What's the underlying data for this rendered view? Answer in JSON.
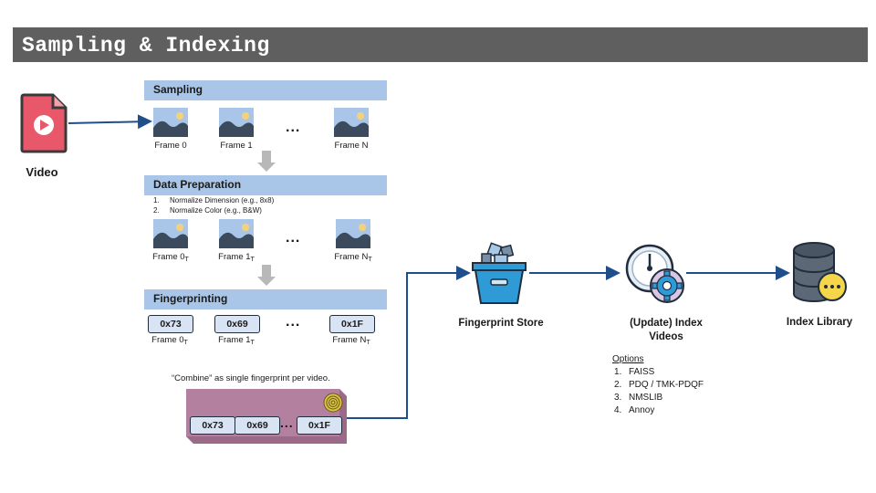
{
  "title": "Sampling & Indexing",
  "video": {
    "label": "Video",
    "icon": "video-file-icon"
  },
  "sampling": {
    "header": "Sampling",
    "frames": [
      "Frame 0",
      "Frame 1",
      "Frame N"
    ],
    "ellipsis": "..."
  },
  "data_preparation": {
    "header": "Data Preparation",
    "steps": [
      {
        "num": "1.",
        "text": "Normalize Dimension (e.g., 8x8)"
      },
      {
        "num": "2.",
        "text": "Normalize Color (e.g., B&W)"
      }
    ],
    "frames": [
      {
        "base": "Frame 0",
        "sub": "T"
      },
      {
        "base": "Frame 1",
        "sub": "T"
      },
      {
        "base": "Frame N",
        "sub": "T"
      }
    ],
    "ellipsis": "..."
  },
  "fingerprinting": {
    "header": "Fingerprinting",
    "hashes": [
      "0x73",
      "0x69",
      "0x1F"
    ],
    "frames": [
      {
        "base": "Frame 0",
        "sub": "T"
      },
      {
        "base": "Frame 1",
        "sub": "T"
      },
      {
        "base": "Frame N",
        "sub": "T"
      }
    ],
    "ellipsis": "..."
  },
  "combine": {
    "caption": "“Combine” as single fingerprint per video.",
    "hashes": [
      "0x73",
      "0x69",
      "0x1F"
    ],
    "ellipsis": "..."
  },
  "fingerprint_store": {
    "label": "Fingerprint Store",
    "icon": "bucket-icon"
  },
  "index_videos": {
    "label_line1": "(Update) Index",
    "label_line2": "Videos",
    "icon": "gauge-gear-icon",
    "options_title": "Options",
    "options": [
      {
        "num": "1.",
        "text": "FAISS"
      },
      {
        "num": "2.",
        "text": "PDQ / TMK-PDQF"
      },
      {
        "num": "3.",
        "text": "NMSLIB"
      },
      {
        "num": "4.",
        "text": "Annoy"
      }
    ]
  },
  "index_library": {
    "label": "Index Library",
    "icon": "database-icon"
  },
  "colors": {
    "stage_header": "#a9c6e8",
    "arrow": "#1f4e8c",
    "video_icon": "#e8586a",
    "combine_box": "#b3809f",
    "bucket": "#2e9ad6"
  }
}
